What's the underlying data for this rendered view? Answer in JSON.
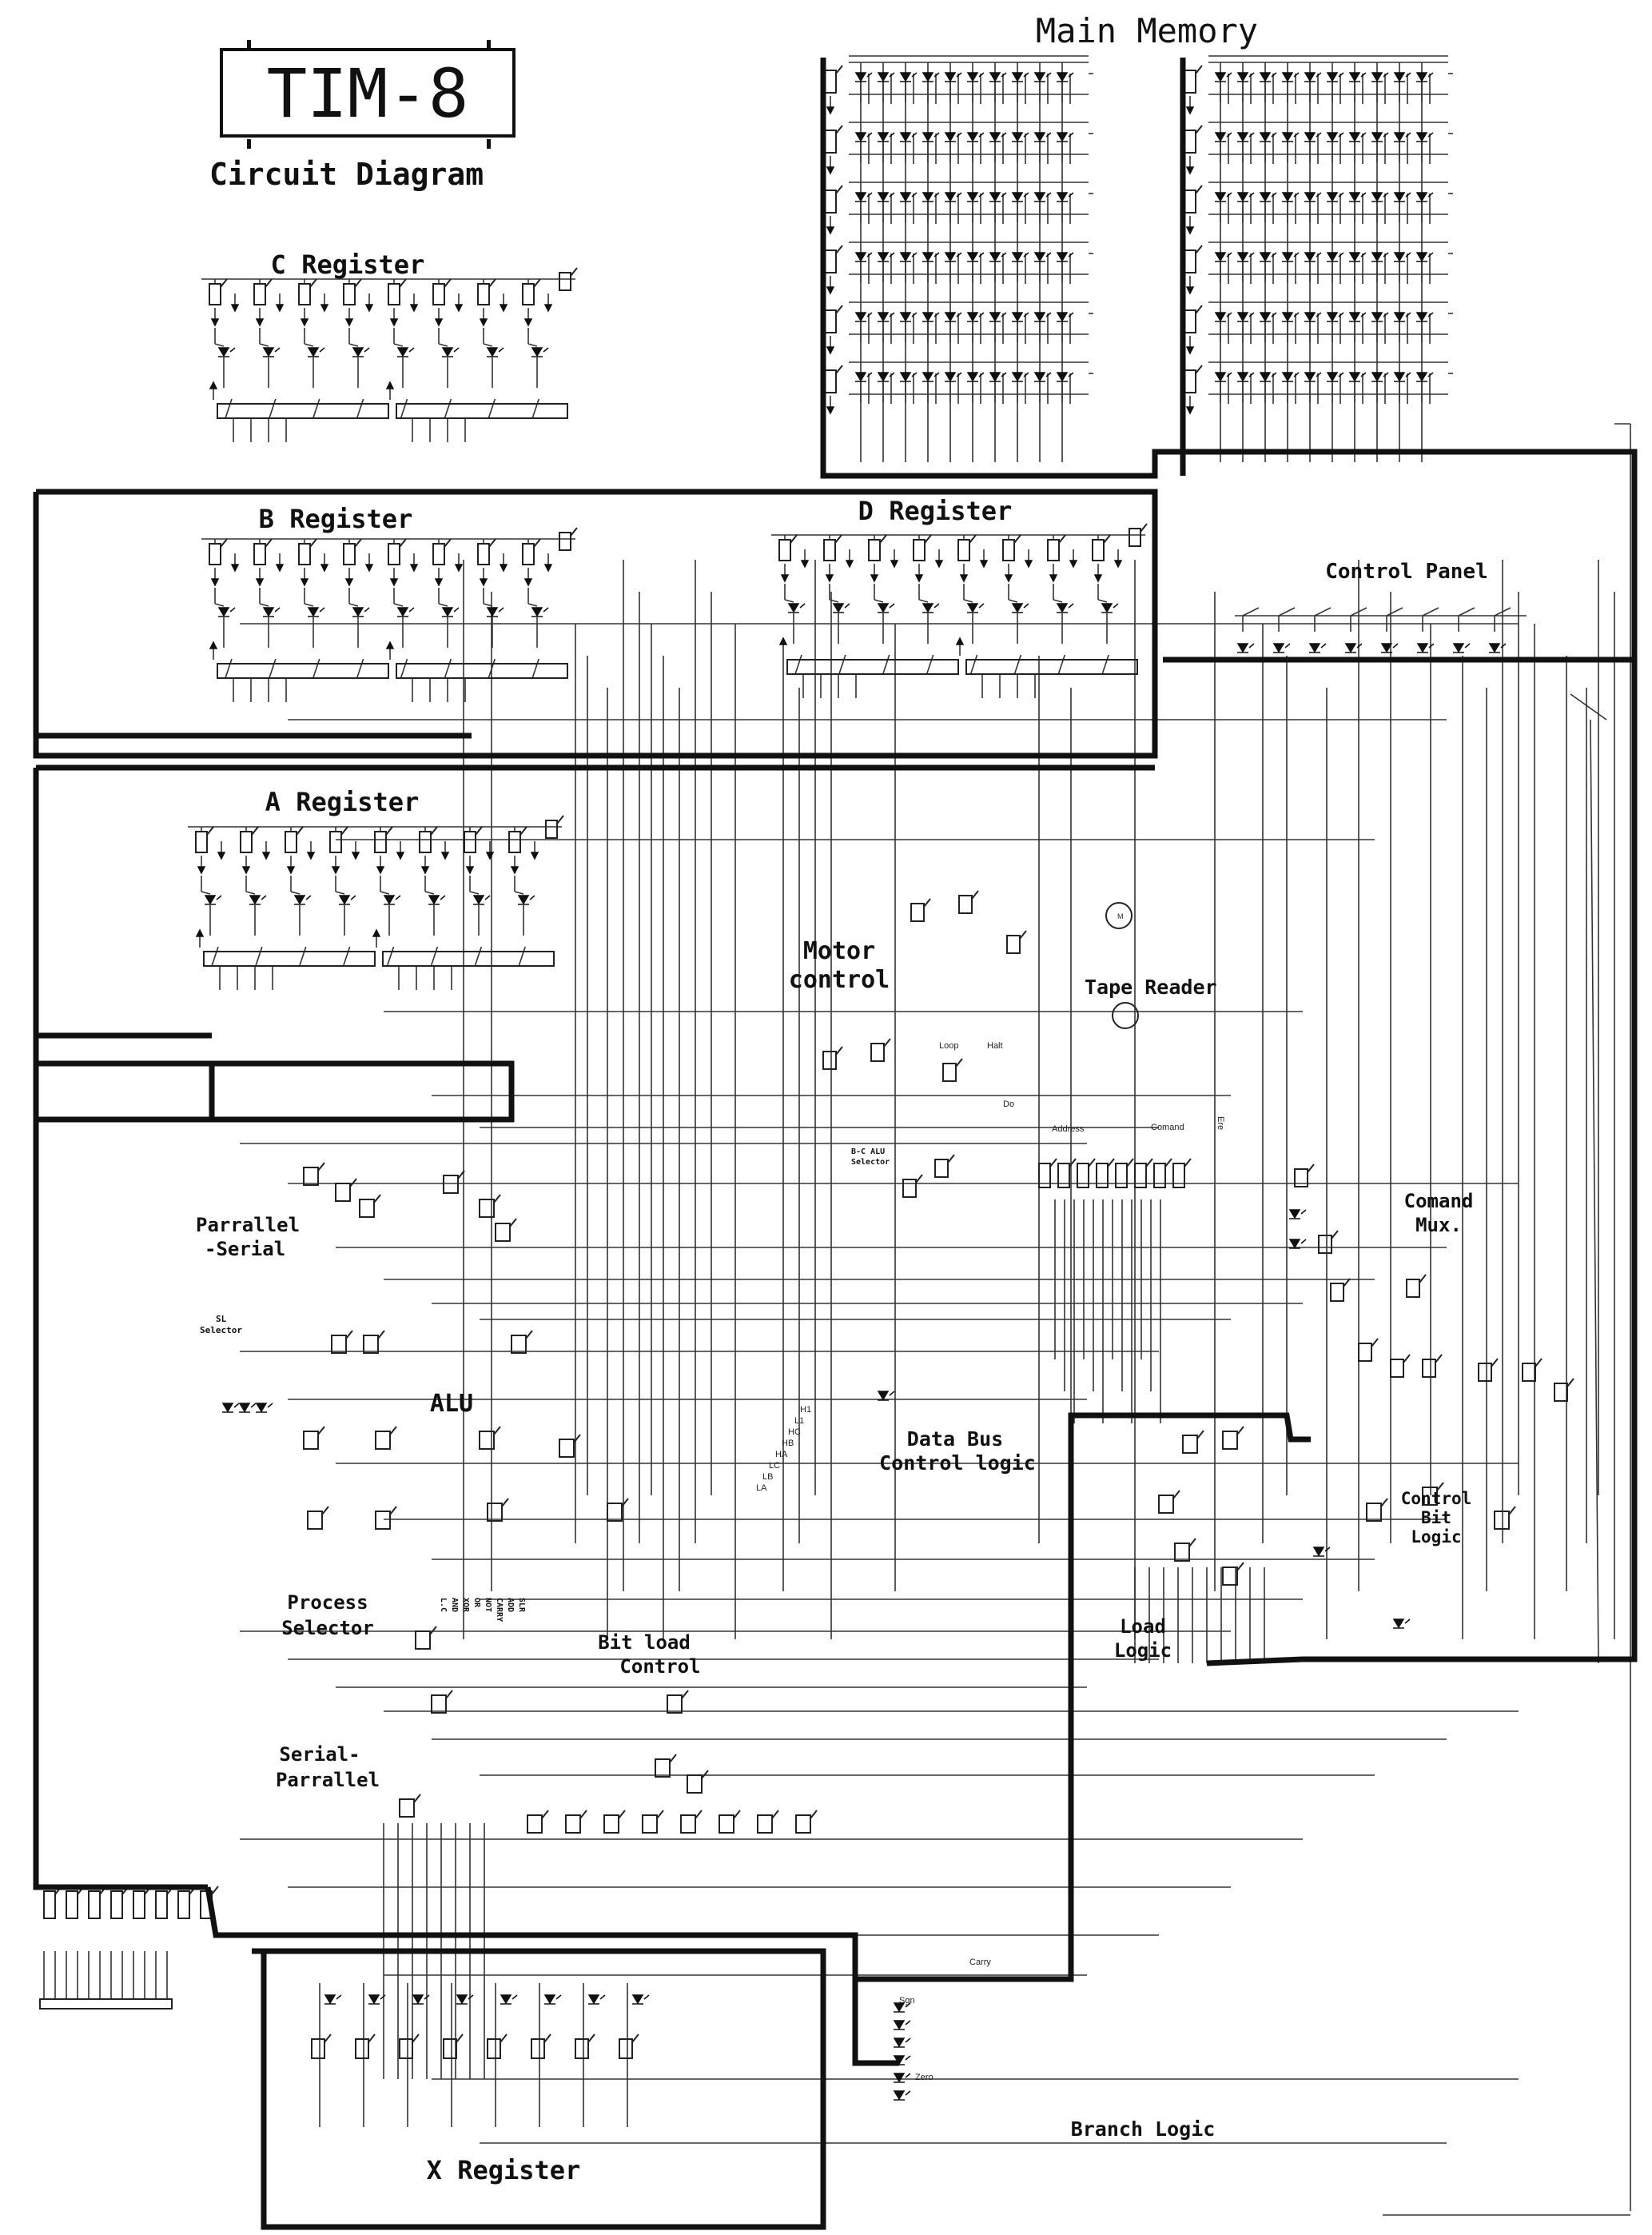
{
  "title": {
    "chip": "TIM-8",
    "subtitle": "Circuit Diagram"
  },
  "sections": {
    "main_memory": "Main Memory",
    "c_register": "C Register",
    "b_register": "B Register",
    "d_register": "D Register",
    "a_register": "A Register",
    "control_panel": "Control Panel",
    "motor_control_1": "Motor",
    "motor_control_2": "control",
    "tape_reader": "Tape Reader",
    "parallel_serial_1": "Parrallel",
    "parallel_serial_2": "-Serial",
    "sl_selector_1": "SL",
    "sl_selector_2": "Selector",
    "alu": "ALU",
    "bc_alu_selector_1": "B-C ALU",
    "bc_alu_selector_2": "Selector",
    "comand_mux_1": "Comand",
    "comand_mux_2": "Mux.",
    "data_bus_1": "Data Bus",
    "data_bus_2": "Control logic",
    "control_bit_1": "Control",
    "control_bit_2": "Bit",
    "control_bit_3": "Logic",
    "process_selector_1": "Process",
    "process_selector_2": "Selector",
    "bit_load_1": "Bit load",
    "bit_load_2": "Control",
    "serial_parallel_1": "Serial-",
    "serial_parallel_2": "Parrallel",
    "load_logic_1": "Load",
    "load_logic_2": "Logic",
    "x_register": "X Register",
    "branch_logic": "Branch Logic"
  },
  "signals": {
    "loop": "Loop",
    "halt": "Halt",
    "do": "Do",
    "address": "Address",
    "comand": "Comand",
    "ere": "Ere",
    "carry": "Carry",
    "sgn": "Sgn",
    "zero": "Zero",
    "h1": "H1",
    "l1": "L1",
    "hc": "HC",
    "hb": "HB",
    "ha": "HA",
    "lc": "LC",
    "lb": "LB",
    "la": "LA",
    "motor": "M"
  },
  "process_ops": [
    "L.C",
    "AND",
    "XOR",
    "OR",
    "NOT",
    "CARRY",
    "ADD",
    "SLR"
  ]
}
